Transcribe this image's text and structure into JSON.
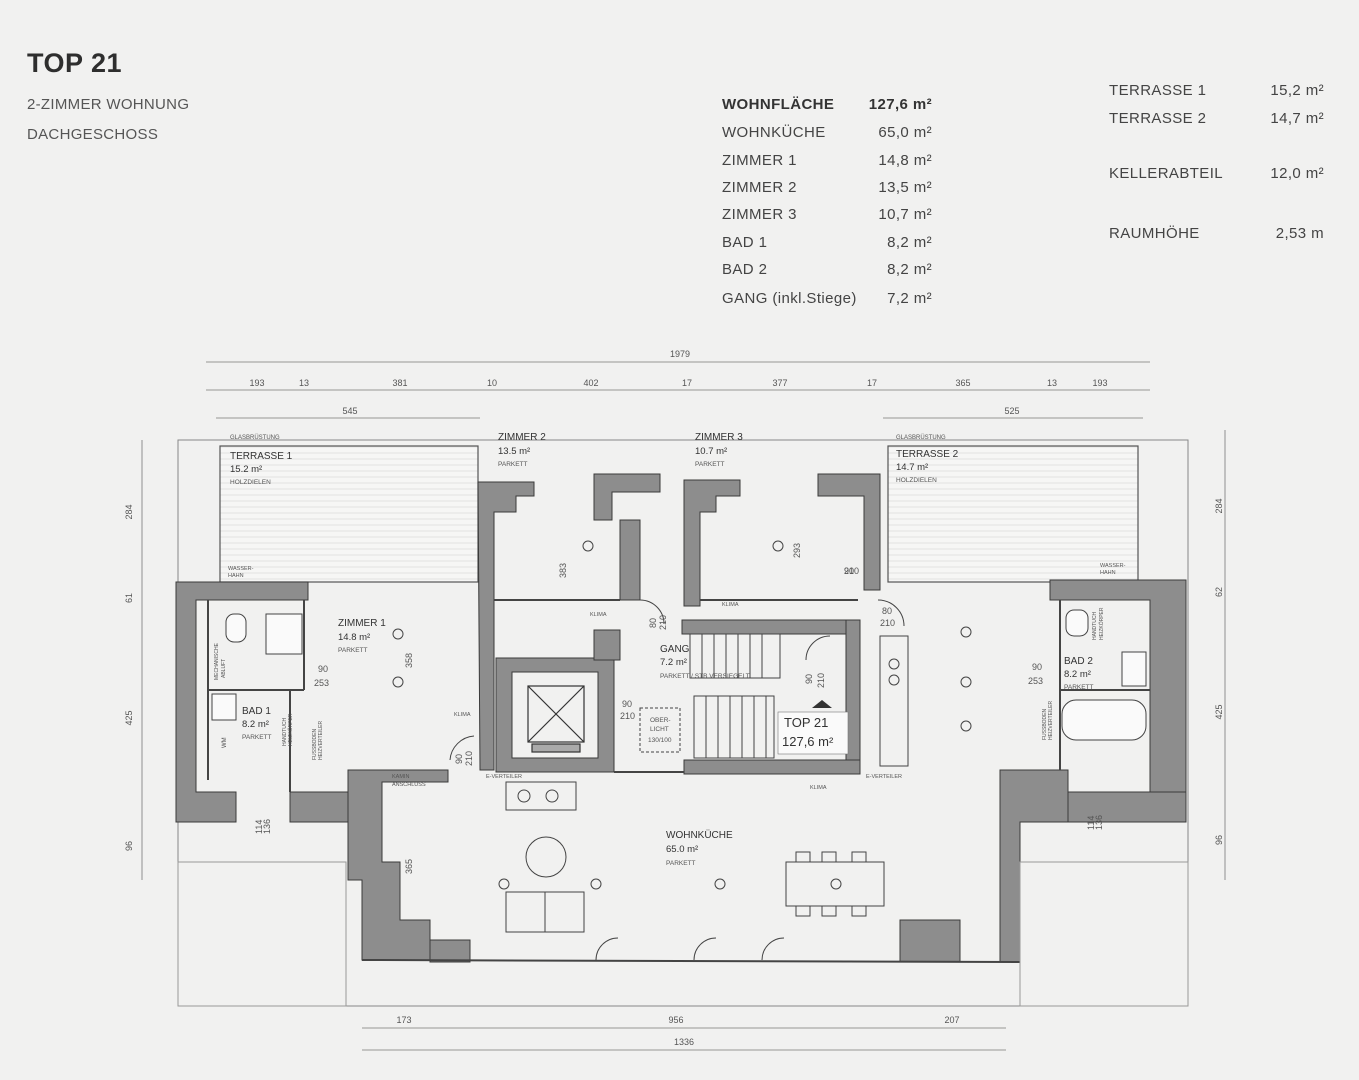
{
  "header": {
    "title": "TOP 21",
    "type": "2-ZIMMER WOHNUNG",
    "floor": "DACHGESCHOSS"
  },
  "areas": [
    {
      "label": "WOHNFLÄCHE",
      "value": "127,6 m²",
      "total": true
    },
    {
      "label": "WOHNKÜCHE",
      "value": "65,0 m²"
    },
    {
      "label": "ZIMMER 1",
      "value": "14,8 m²"
    },
    {
      "label": "ZIMMER 2",
      "value": "13,5 m²"
    },
    {
      "label": "ZIMMER 3",
      "value": "10,7 m²"
    },
    {
      "label": "BAD 1",
      "value": "8,2 m²"
    },
    {
      "label": "BAD 2",
      "value": "8,2 m²"
    },
    {
      "label": "GANG (inkl.Stiege)",
      "value": "7,2 m²"
    }
  ],
  "extras": [
    {
      "label": "TERRASSE 1",
      "value": "15,2 m²"
    },
    {
      "label": "TERRASSE 2",
      "value": "14,7 m²"
    },
    {
      "label": "KELLERABTEIL",
      "value": "12,0 m²"
    },
    {
      "label": "RAUMHÖHE",
      "value": "2,53 m"
    }
  ],
  "plan": {
    "dims_top_total": "1979",
    "dims_top_row": [
      "193",
      "13",
      "381",
      "10",
      "402",
      "17",
      "377",
      "17",
      "365",
      "13",
      "193"
    ],
    "dims_terrace": [
      "545",
      "525"
    ],
    "dims_left": [
      "284",
      "61",
      "425",
      "96"
    ],
    "dims_right": [
      "284",
      "62",
      "425",
      "96"
    ],
    "dims_bottom": [
      "173",
      "956",
      "207"
    ],
    "dims_bottom_total": "1336",
    "rooms": {
      "terrasse1": {
        "name": "TERRASSE 1",
        "area": "15.2 m²",
        "floor": "HOLZDIELEN",
        "note": "GLASBRÜSTUNG"
      },
      "terrasse2": {
        "name": "TERRASSE 2",
        "area": "14.7 m²",
        "floor": "HOLZDIELEN",
        "note": "GLASBRÜSTUNG"
      },
      "zimmer2": {
        "name": "ZIMMER 2",
        "area": "13.5 m²",
        "floor": "PARKETT"
      },
      "zimmer3": {
        "name": "ZIMMER 3",
        "area": "10.7 m²",
        "floor": "PARKETT"
      },
      "zimmer1": {
        "name": "ZIMMER 1",
        "area": "14.8 m²",
        "floor": "PARKETT"
      },
      "bad1": {
        "name": "BAD 1",
        "area": "8.2 m²",
        "floor": "PARKETT"
      },
      "bad2": {
        "name": "BAD 2",
        "area": "8.2 m²",
        "floor": "PARKETT"
      },
      "gang": {
        "name": "GANG",
        "area": "7.2 m²",
        "floor": "PARKETT / STB VERSIEGELT"
      },
      "wohnkueche": {
        "name": "WOHNKÜCHE",
        "area": "65.0 m²",
        "floor": "PARKETT"
      }
    },
    "unit_label": "TOP 21",
    "unit_area": "127,6 m²",
    "oberlicht": [
      "OBER-",
      "LICHT",
      "130/100"
    ],
    "door_sizes": [
      "80",
      "210",
      "90",
      "253",
      "90",
      "210",
      "90",
      "253",
      "80",
      "210",
      "90",
      "210",
      "90",
      "210",
      "90",
      "210"
    ],
    "misc_labels": [
      "WASSER-",
      "HAHN",
      "KLIMA",
      "MECHANISCHE",
      "ABLUFT",
      "HANDTUCH",
      "HEIZKÖRPER",
      "FUSSBODEN",
      "HEIZVERTEILER",
      "E-VERTEILER",
      "KAMIN",
      "ANSCHLUSS",
      "WM"
    ],
    "room_dims": [
      "383",
      "293",
      "358",
      "365",
      "114",
      "136",
      "114",
      "136"
    ]
  }
}
